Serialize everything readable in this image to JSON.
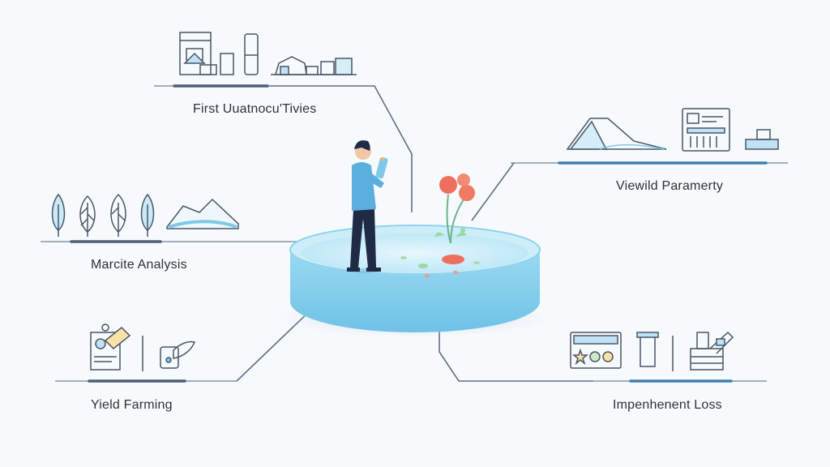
{
  "labels": {
    "top_left": "First Uuatnocu'Tivies",
    "top_right": "Viewild Paramerty",
    "middle_left": "Marcite Analysis",
    "bottom_left": "Yield Farming",
    "bottom_right": "Impenhenent Loss"
  },
  "colors": {
    "background": "#f7fafd",
    "platform": "#8fd3ef",
    "connector": "#5f6f8a",
    "icon_stroke": "#4a5566",
    "accent_blue": "#7fc8e8",
    "flower": "#ee6f5e",
    "person_shirt": "#5ab0dc",
    "person_pants": "#1f2a44"
  },
  "icons": [
    "lab-equipment-icon",
    "terrain-chart-icon",
    "tree-icons",
    "document-chart-icon",
    "machinery-icon"
  ]
}
